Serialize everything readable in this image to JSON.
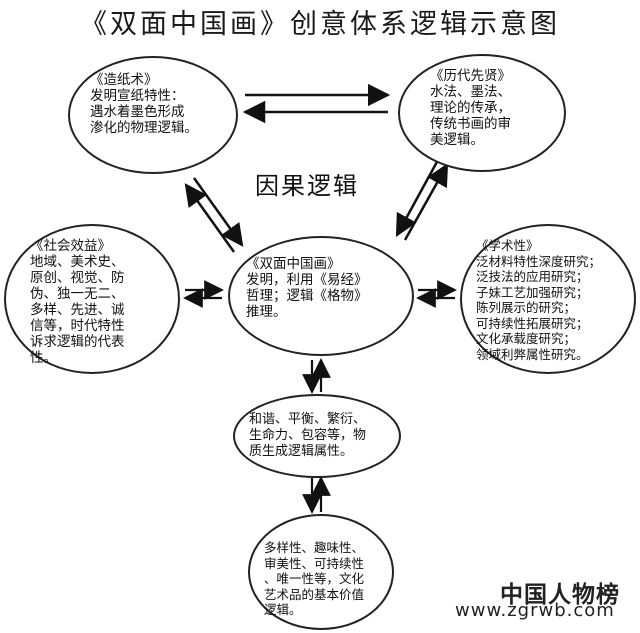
{
  "title": "《双面中国画》创意体系逻辑示意图",
  "center_label": "因果逻辑",
  "nodes": {
    "paper": "《造纸术》\n发明宣纸特性：\n遇水着墨色形成\n渗化的物理逻辑。",
    "history": "《历代先贤》\n水法、墨法、\n理论的传承，\n传统书画的审\n美逻辑。",
    "society": "《社会效益》\n地域、美术史、\n原创、视觉、防\n伪、独一无二、\n多样、先进、诚\n信等，时代特性\n诉求逻辑的代表\n性。",
    "center": "《双面中国画》\n发明，利用《易经》\n哲理；逻辑《格物》\n推理。",
    "academic": "《学术性》\n泛材料特性深度研究；\n泛技法的应用研究；\n子妹工艺加强研究；\n陈列展示的研究；\n可持续性拓展研究；\n文化承载度研究；\n领域利弊属性研究。",
    "harmony": "和谐、平衡、繁衍、\n生命力、包容等，物\n质生成逻辑属性。",
    "diversity": "多样性、趣味性、\n审美性、可持续性\n、唯一性等，文化\n艺术品的基本价值\n逻辑。"
  },
  "footer": {
    "brand": "中国人物榜",
    "url": "www.zgrwb.com"
  }
}
